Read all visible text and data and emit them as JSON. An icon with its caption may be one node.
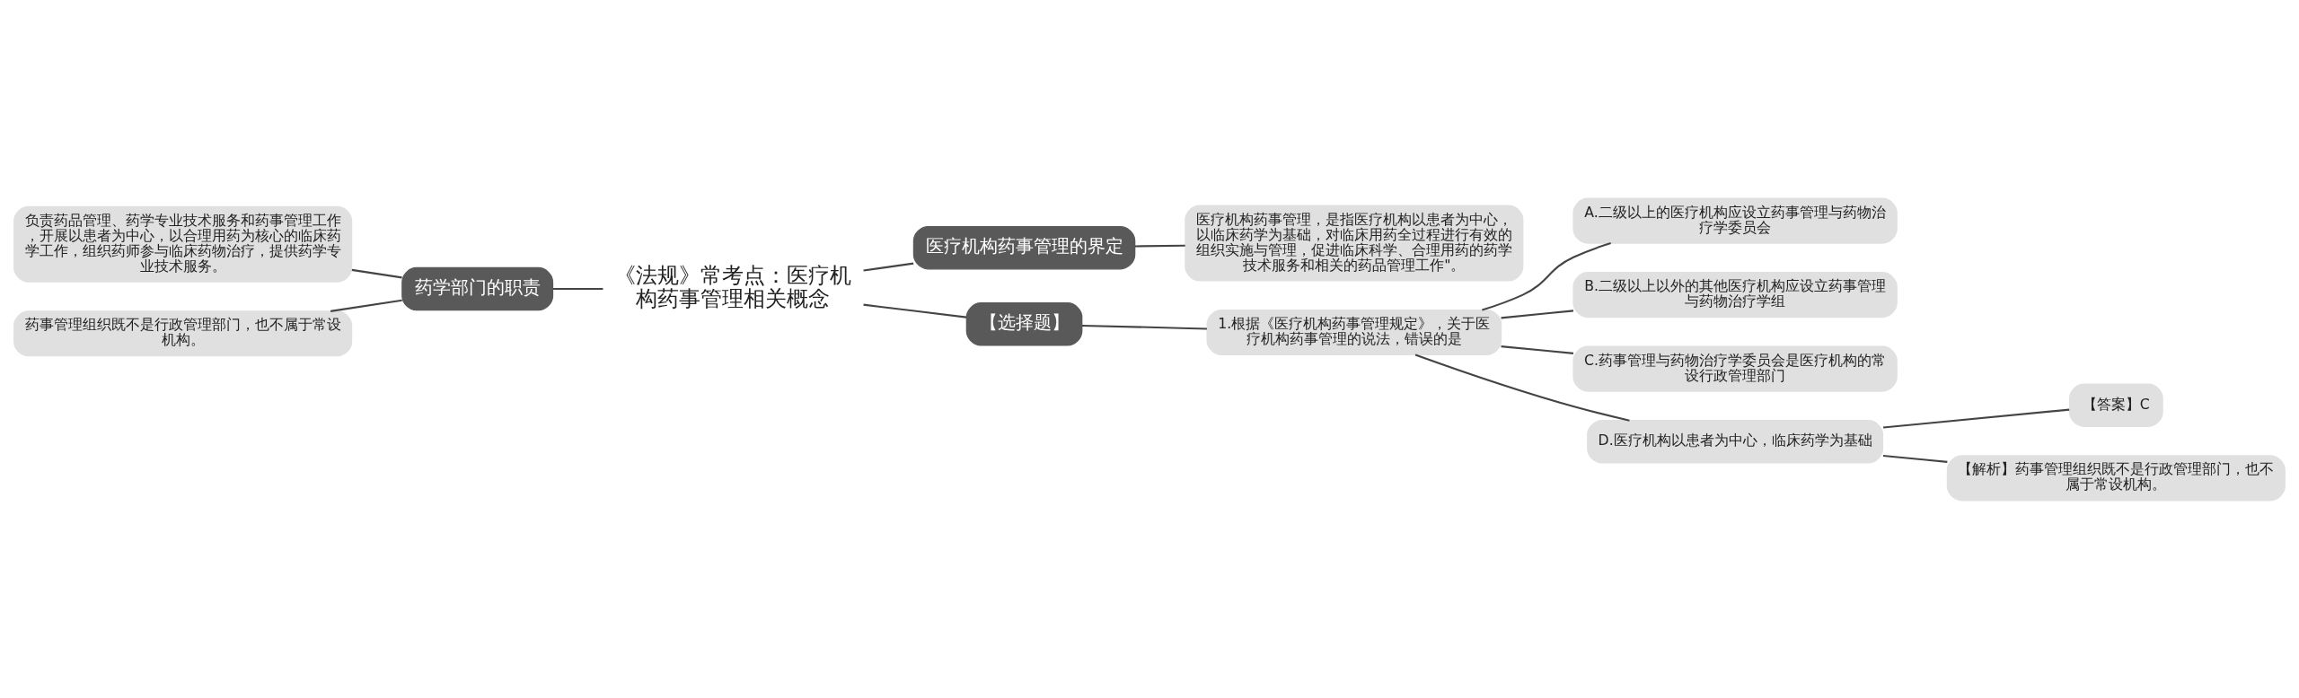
{
  "diagram": {
    "nodes": [
      {
        "text": [
          "《法规》常考点：医疗机构药事管理相关概念"
        ]
      },
      {
        "text": [
          "药学部门的职责"
        ]
      },
      {
        "text": [
          "负责药品管理、药学专业技术服务和药事管理工作，开展以患者为中心，以合理用药为核心的临床药学工作，组织药师参与临床药物治疗，提供药学专业技术服务。"
        ]
      },
      {
        "text": [
          "药事管理组织既不是行政管理部门，也不属于常设机构。"
        ]
      },
      {
        "text": [
          "医疗机构药事管理的界定"
        ]
      },
      {
        "text": [
          "医疗机构药事管理，是指医疗机构以患者为中心，以临床药学为基础，对临床用药全过程进行有效的组织实施与管理，促进临床科学、合理用药的药学技术服务和相关的药品管理工作\"。"
        ]
      },
      {
        "text": [
          "【选择题】"
        ]
      },
      {
        "text": [
          "1.根据《医疗机构药事管理规定》，关于医疗机构药事管理的说法，错误的是"
        ]
      },
      {
        "text": [
          "A.二级以上的医疗机构应设立药事管理与药物治疗学委员会"
        ]
      },
      {
        "text": [
          "B.二级以上以外的其他医疗机构应设立药事管理与药物治疗学组"
        ]
      },
      {
        "text": [
          "C.药事管理与药物治疗学委员会是医疗机构的常设行政管理部门"
        ]
      },
      {
        "text": [
          "D.医疗机构以患者为中心，临床药学为基础"
        ]
      },
      {
        "text": [
          "【答案】C"
        ]
      },
      {
        "text": [
          "【解析】药事管理组织既不是行政管理部门，也不属于常设机构。"
        ]
      }
    ],
    "edges": [
      {
        "from": 0,
        "to": 1,
        "arrow": "none"
      },
      {
        "from": 1,
        "to": 2,
        "arrow": "none"
      },
      {
        "from": 1,
        "to": 3,
        "arrow": "none"
      },
      {
        "from": 0,
        "to": 4,
        "arrow": "none"
      },
      {
        "from": 4,
        "to": 5,
        "arrow": "none"
      },
      {
        "from": 0,
        "to": 6,
        "arrow": "none"
      },
      {
        "from": 6,
        "to": 7,
        "arrow": "none"
      },
      {
        "from": 7,
        "to": 8,
        "arrow": "none"
      },
      {
        "from": 7,
        "to": 9,
        "arrow": "none"
      },
      {
        "from": 7,
        "to": 10,
        "arrow": "none"
      },
      {
        "from": 7,
        "to": 11,
        "arrow": "none"
      },
      {
        "from": 11,
        "to": 12,
        "arrow": "none"
      },
      {
        "from": 11,
        "to": 13,
        "arrow": "none"
      }
    ]
  }
}
